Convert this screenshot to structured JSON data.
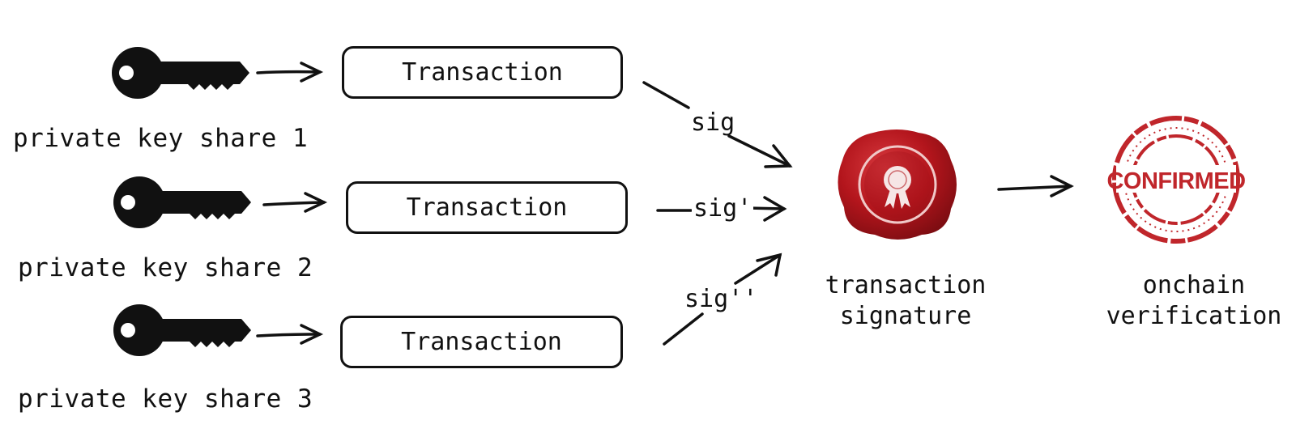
{
  "key_shares": [
    {
      "label": "private key share 1"
    },
    {
      "label": "private key share 2"
    },
    {
      "label": "private key share 3"
    }
  ],
  "transactions": [
    {
      "label": "Transaction"
    },
    {
      "label": "Transaction"
    },
    {
      "label": "Transaction"
    }
  ],
  "signatures": [
    {
      "label": "sig"
    },
    {
      "label": "sig'"
    },
    {
      "label": "sig''"
    }
  ],
  "result": {
    "signature_line1": "transaction",
    "signature_line2": "signature",
    "verification_line1": "onchain",
    "verification_line2": "verification",
    "stamp_text": "CONFIRMED"
  },
  "colors": {
    "ink": "#111111",
    "wax": "#b3151c",
    "stamp": "#c0262b"
  },
  "icons": [
    "key-icon",
    "wax-seal-icon",
    "confirmed-stamp-icon"
  ]
}
